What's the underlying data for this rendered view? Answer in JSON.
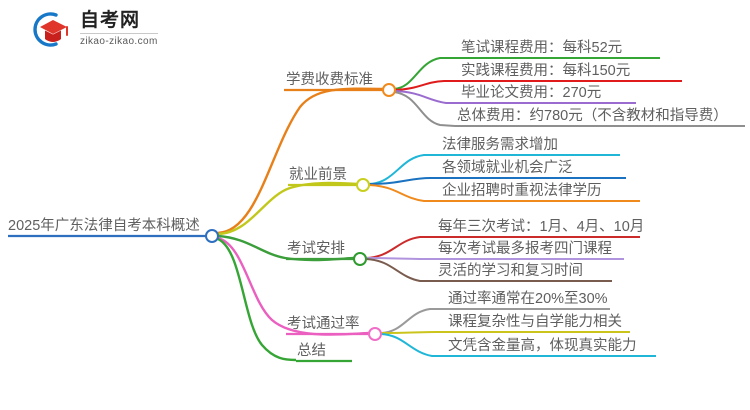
{
  "logo": {
    "title": "自考网",
    "subtitle": "zikao-zikao.com",
    "mark_icon": "graduation-cap-icon",
    "arc_color": "#1878c8",
    "cap_color": "#e0352b"
  },
  "mindmap": {
    "root": {
      "label": "2025年广东法律自考本科概述",
      "color": "#2f6fc0",
      "node_color": "#2f6fc0"
    },
    "branches": [
      {
        "label": "学费收费标准",
        "color": "#e8801a",
        "node_color": "#f08a1d",
        "children": [
          {
            "label": "笔试课程费用：每科52元",
            "color": "#35a535"
          },
          {
            "label": "实践课程费用：每科150元",
            "color": "#e01b1b"
          },
          {
            "label": "毕业论文费用：270元",
            "color": "#9b6cd0"
          },
          {
            "label": "总体费用：约780元（不含教材和指导费）",
            "color": "#8f8f8f"
          }
        ]
      },
      {
        "label": "就业前景",
        "color": "#c2c81b",
        "node_color": "#c9cf1e",
        "children": [
          {
            "label": "法律服务需求增加",
            "color": "#1fb6d8"
          },
          {
            "label": "各领域就业机会广泛",
            "color": "#1a72c0"
          },
          {
            "label": "企业招聘时重视法律学历",
            "color": "#f08a1d"
          }
        ]
      },
      {
        "label": "考试安排",
        "color": "#3b9e3b",
        "node_color": "#2f9b2f",
        "children": [
          {
            "label": "每年三次考试：1月、4月、10月",
            "color": "#cc2b2b"
          },
          {
            "label": "每次考试最多报考四门课程",
            "color": "#b194de"
          },
          {
            "label": "灵活的学习和复习时间",
            "color": "#7a5c4e"
          }
        ]
      },
      {
        "label": "考试通过率",
        "color": "#ea5fc0",
        "node_color": "#f06ec8",
        "children": [
          {
            "label": "通过率通常在20%至30%",
            "color": "#9a9a9a"
          },
          {
            "label": "课程复杂性与自学能力相关",
            "color": "#cbc41c"
          },
          {
            "label": "文凭含金量高，体现真实能力",
            "color": "#1fb6d8"
          }
        ]
      },
      {
        "label": "总结",
        "color": "#35a535",
        "node_color": "#35a535",
        "children": []
      }
    ]
  }
}
